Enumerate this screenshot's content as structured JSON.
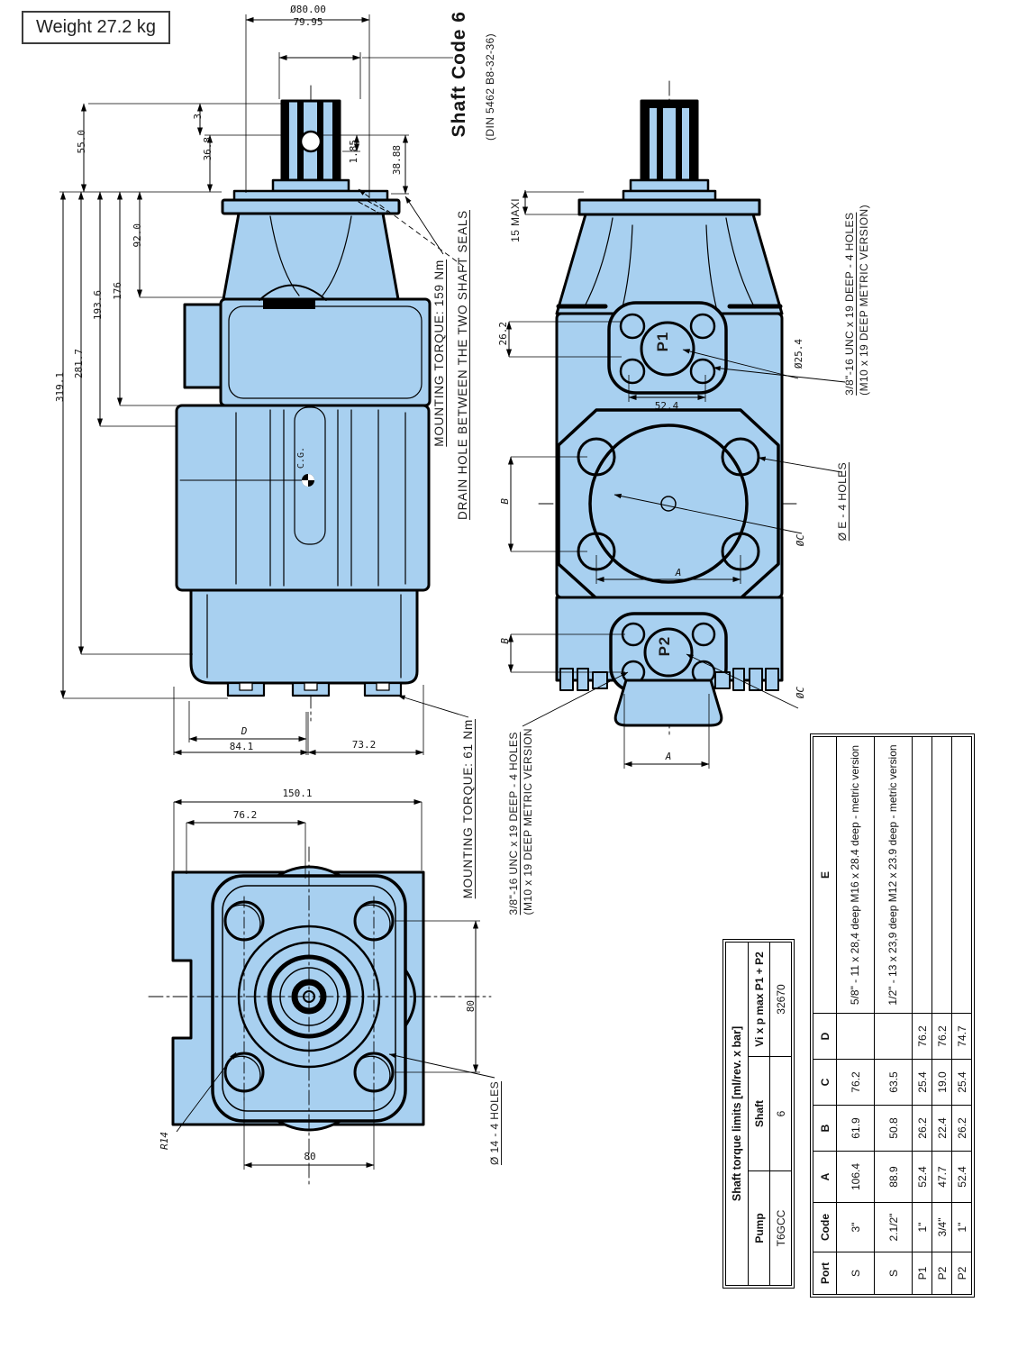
{
  "colors": {
    "body_fill": "#a8d0f0",
    "line": "#000000"
  },
  "weight_label": "Weight 27.2 kg",
  "shaft_code": {
    "title": "Shaft Code 6",
    "standard": "(DIN 5462 B8-32-36)"
  },
  "annotations": {
    "mounting_torque_shaft": "MOUNTING TORQUE: 159 Nm",
    "drain_hole": "DRAIN HOLE BETWEEN THE TWO SHAFT SEALS",
    "mounting_torque_flange": "MOUNTING TORQUE: 61 Nm",
    "unc_top_line1": "3/8\"-16 UNC x 19 DEEP - 4 HOLES",
    "unc_top_line2": "(M10 x 19 DEEP METRIC VERSION)",
    "unc_bottom_line1": "3/8\"-16 UNC x 19 DEEP - 4 HOLES",
    "unc_bottom_line2": "(M10 x 19 DEEP METRIC VERSION",
    "holes_e": "Ø E - 4 HOLES",
    "holes_14": "Ø 14 - 4 HOLES",
    "port_p1": "P1",
    "port_p2": "P2",
    "cg": "C.G.",
    "max_15": "15 MAXI"
  },
  "dimensions": {
    "shaft_dia_max": "Ø80.00",
    "shaft_dia_min": "79.95",
    "h55": "55.0",
    "h3": "3",
    "h36_8": "36.8",
    "h1_85": "1.85",
    "h38_88": "38.88",
    "h92": "92.0",
    "h176": "176",
    "h193_6": "193.6",
    "h281_7": "281.7",
    "h319_1": "319.1",
    "d": "D",
    "d84_1": "84.1",
    "d73_2": "73.2",
    "v26_2": "26.2",
    "v52_4": "52.4",
    "b": "B",
    "a": "A",
    "dia25_4": "Ø25.4",
    "dia_c": "ØC",
    "w150_1": "150.1",
    "w76_2": "76.2",
    "w80_bottom": "80",
    "h80_right": "80",
    "r14": "R14"
  },
  "torque_table": {
    "title": "Shaft torque limits [ml/rev. x bar]",
    "col1_header": "Pump",
    "col2_header": "Shaft",
    "col3_header": "Vi x p max P1 + P2",
    "col1_value": "T6GCC",
    "col2_value": "6",
    "col3_value": "32670"
  },
  "port_table": {
    "headers": {
      "port": "Port",
      "code": "Code",
      "a": "A",
      "b": "B",
      "c": "C",
      "d": "D",
      "e": "E"
    },
    "rows": [
      {
        "port": "S",
        "code": "3\"",
        "a": "106.4",
        "b": "61.9",
        "c": "76.2",
        "d": "",
        "e1": "5/8\" - 11 x 28,4 deep",
        "e2": "M16 x 28.4 deep - metric version"
      },
      {
        "port": "S",
        "code": "2.1/2\"",
        "a": "88.9",
        "b": "50.8",
        "c": "63.5",
        "d": "",
        "e1": "1/2\" - 13 x 23,9 deep",
        "e2": "M12 x 23.9 deep - metric version"
      },
      {
        "port": "P1",
        "code": "1\"",
        "a": "52.4",
        "b": "26.2",
        "c": "25.4",
        "d": "76.2",
        "e1": "",
        "e2": ""
      },
      {
        "port": "P2",
        "code": "3/4\"",
        "a": "47.7",
        "b": "22.4",
        "c": "19.0",
        "d": "76.2",
        "e1": "",
        "e2": ""
      },
      {
        "port": "P2",
        "code": "1\"",
        "a": "52.4",
        "b": "26.2",
        "c": "25.4",
        "d": "74.7",
        "e1": "",
        "e2": ""
      }
    ]
  }
}
